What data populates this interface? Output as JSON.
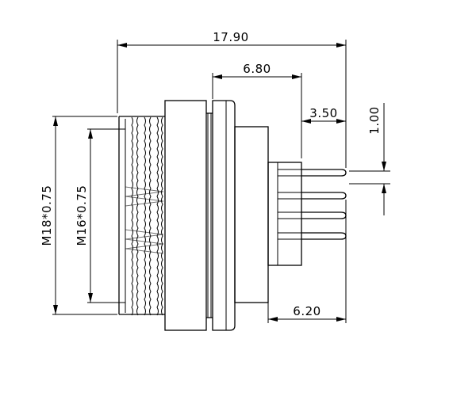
{
  "dimensions": {
    "overall_length": "17.90",
    "flange_to_body_end": "6.80",
    "pin_length": "3.50",
    "pin_pitch": "1.00",
    "pin_block": "6.20",
    "outer_thread": "M18*0.75",
    "inner_thread": "M16*0.75"
  }
}
